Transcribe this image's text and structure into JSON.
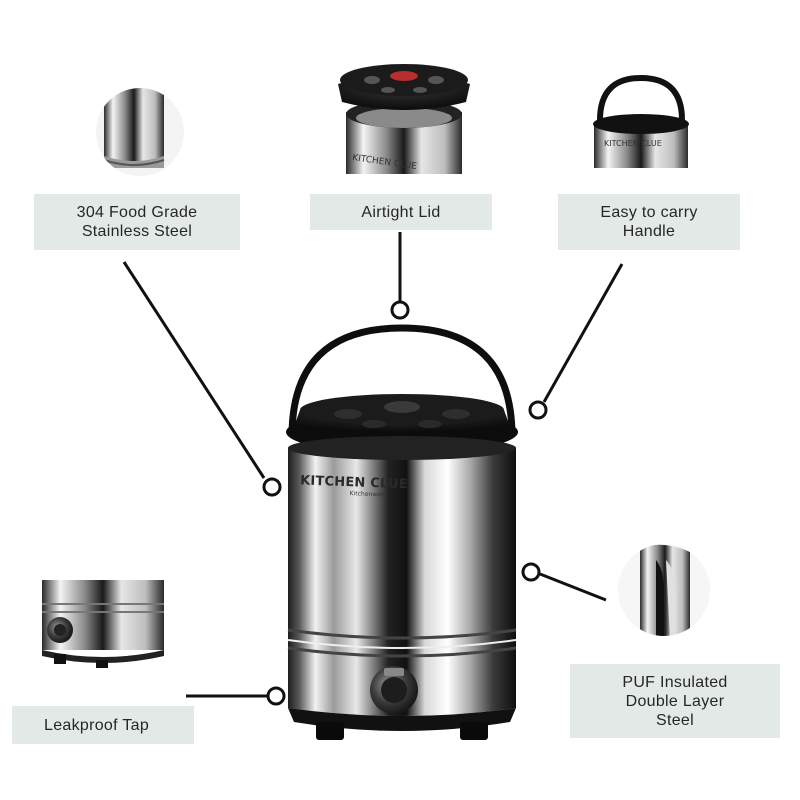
{
  "features": {
    "steel": {
      "line1": "304 Food Grade",
      "line2": "Stainless Steel"
    },
    "lid": {
      "line1": "Airtight Lid"
    },
    "handle": {
      "line1": "Easy to carry",
      "line2": "Handle"
    },
    "tap": {
      "line1": "Leakproof Tap"
    },
    "insulation": {
      "line1": "PUF Insulated",
      "line2": "Double Layer",
      "line3": "Steel"
    }
  },
  "product": {
    "brand": "KITCHEN CLUE",
    "brand_sub": "Kitchenware"
  },
  "colors": {
    "label_bg": "#e3e9e6",
    "body_dark": "#1a1a1a",
    "line": "#111111"
  }
}
